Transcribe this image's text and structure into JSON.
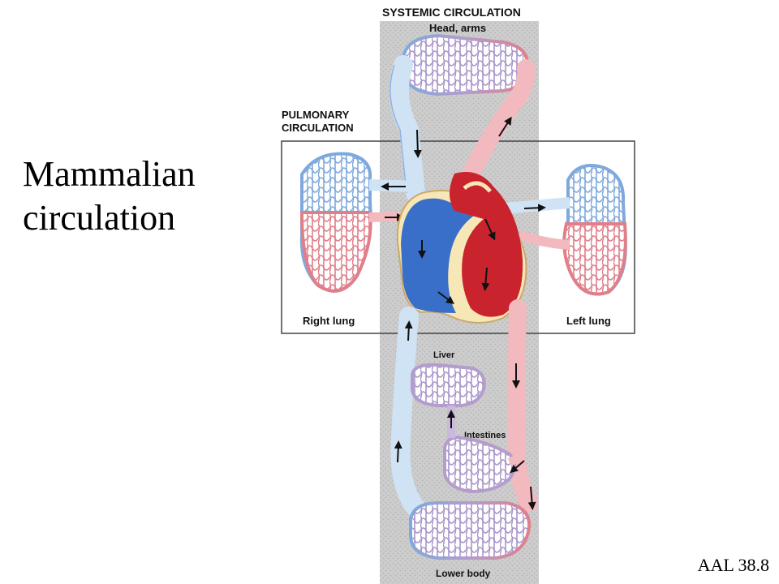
{
  "slide": {
    "title": "Mammalian\ncirculation",
    "source": "AAL  38.8"
  },
  "diagram": {
    "systemic_label": "SYSTEMIC CIRCULATION",
    "head_arms_label": "Head, arms",
    "pulmonary_label_line1": "PULMONARY",
    "pulmonary_label_line2": "CIRCULATION",
    "right_lung_label": "Right lung",
    "left_lung_label": "Left lung",
    "liver_label": "Liver",
    "intestines_label": "Intestines",
    "lower_body_label": "Lower body",
    "colors": {
      "oxygen_poor": "#3a6fc9",
      "oxygen_rich": "#c9232e",
      "vessel_blue_light": "#cfe3f5",
      "vessel_red_light": "#f2b9bf",
      "systemic_band": "#c9c9c9"
    }
  }
}
